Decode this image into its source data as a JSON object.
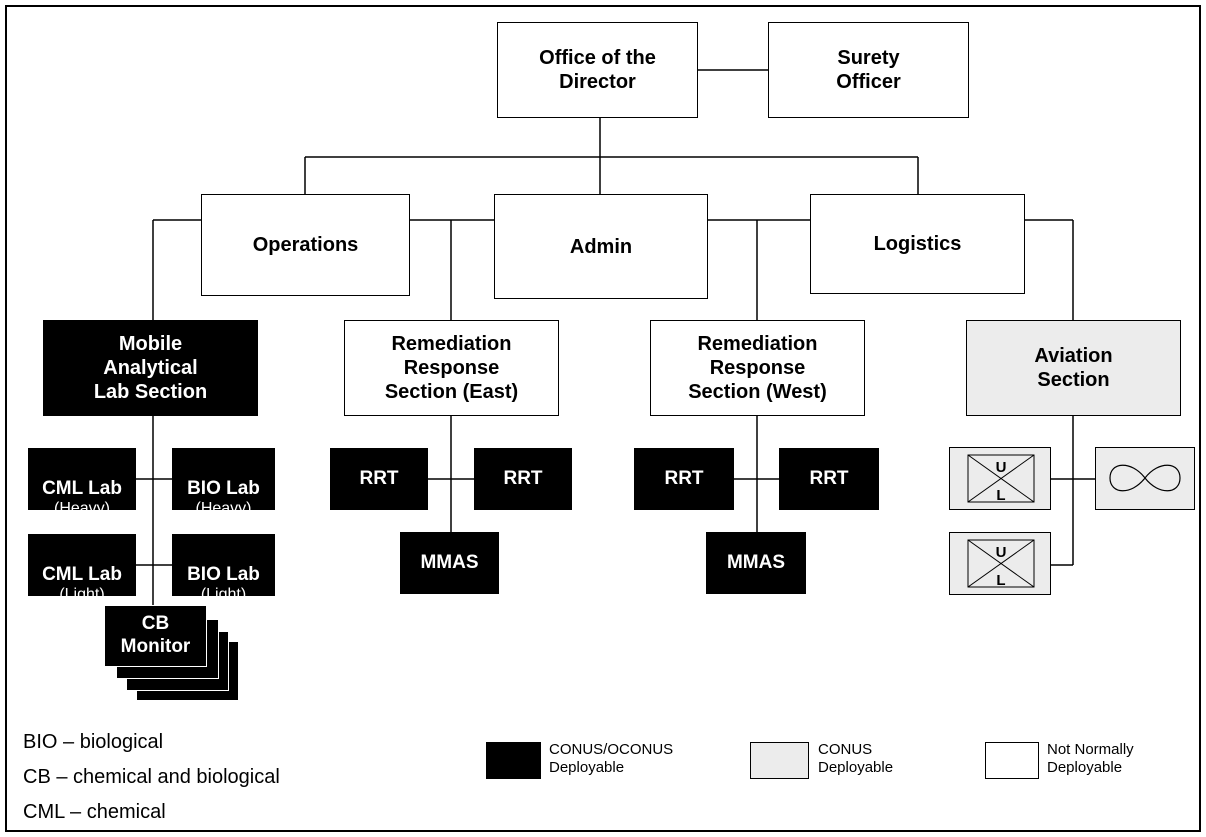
{
  "nodes": {
    "director": "Office of the\nDirector",
    "surety": "Surety\nOfficer",
    "operations": "Operations",
    "admin": "Admin",
    "logistics": "Logistics",
    "mobile_lab": "Mobile\nAnalytical\nLab Section",
    "rem_east": "Remediation\nResponse\nSection (East)",
    "rem_west": "Remediation\nResponse\nSection (West)",
    "aviation": "Aviation\nSection",
    "cml_heavy_title": "CML Lab",
    "cml_heavy_sub": "(Heavy)",
    "bio_heavy_title": "BIO Lab",
    "bio_heavy_sub": "(Heavy)",
    "cml_light_title": "CML Lab",
    "cml_light_sub": "(Light)",
    "bio_light_title": "BIO Lab",
    "bio_light_sub": "(Light)",
    "cb_monitor": "CB\nMonitor",
    "rrt": "RRT",
    "mmas": "MMAS",
    "aircraft_upper": "U",
    "aircraft_lower": "L"
  },
  "abbreviations": [
    "BIO – biological",
    "CB – chemical and biological",
    "CML – chemical"
  ],
  "legend": {
    "black": "CONUS/OCONUS\nDeployable",
    "gray": "CONUS\nDeployable",
    "white": "Not Normally\nDeployable"
  },
  "colors": {
    "deployable_conus_oconus": "#000000",
    "deployable_conus": "#ececec",
    "not_deployable": "#ffffff"
  },
  "icons": [
    "fixed-wing-aircraft-icon",
    "infinity-aircraft-icon"
  ]
}
